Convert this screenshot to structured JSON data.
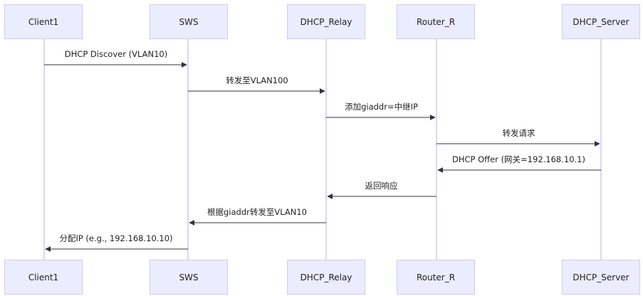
{
  "diagram": {
    "actors": [
      {
        "id": "client1",
        "label": "Client1"
      },
      {
        "id": "sws",
        "label": "SWS"
      },
      {
        "id": "relay",
        "label": "DHCP_Relay"
      },
      {
        "id": "router",
        "label": "Router_R"
      },
      {
        "id": "server",
        "label": "DHCP_Server"
      }
    ],
    "messages": [
      {
        "from": 0,
        "to": 1,
        "label": "DHCP Discover (VLAN10)"
      },
      {
        "from": 1,
        "to": 2,
        "label": "转发至VLAN100"
      },
      {
        "from": 2,
        "to": 3,
        "label": "添加giaddr=中继IP"
      },
      {
        "from": 3,
        "to": 4,
        "label": "转发请求"
      },
      {
        "from": 4,
        "to": 3,
        "label": "DHCP Offer (网关=192.168.10.1)"
      },
      {
        "from": 3,
        "to": 2,
        "label": "返回响应"
      },
      {
        "from": 2,
        "to": 1,
        "label": "根据giaddr转发至VLAN10"
      },
      {
        "from": 1,
        "to": 0,
        "label": "分配IP (e.g., 192.168.10.10)"
      }
    ]
  },
  "colors": {
    "actor_fill": "#ececff",
    "actor_border": "#ccccee",
    "lifeline": "#ccccee",
    "arrow": "#333333",
    "text": "#222222"
  }
}
